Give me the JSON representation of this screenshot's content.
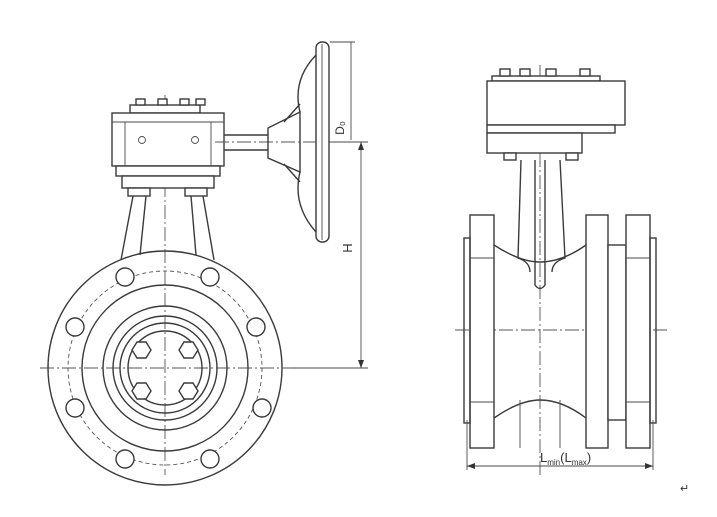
{
  "labels": {
    "handwheel_diameter": "D₀",
    "height": "H",
    "length_min": "L",
    "length_min_sub": "min",
    "length_open": "(L",
    "length_max_sub": "max",
    "length_close": ")",
    "return_mark": "↵"
  }
}
